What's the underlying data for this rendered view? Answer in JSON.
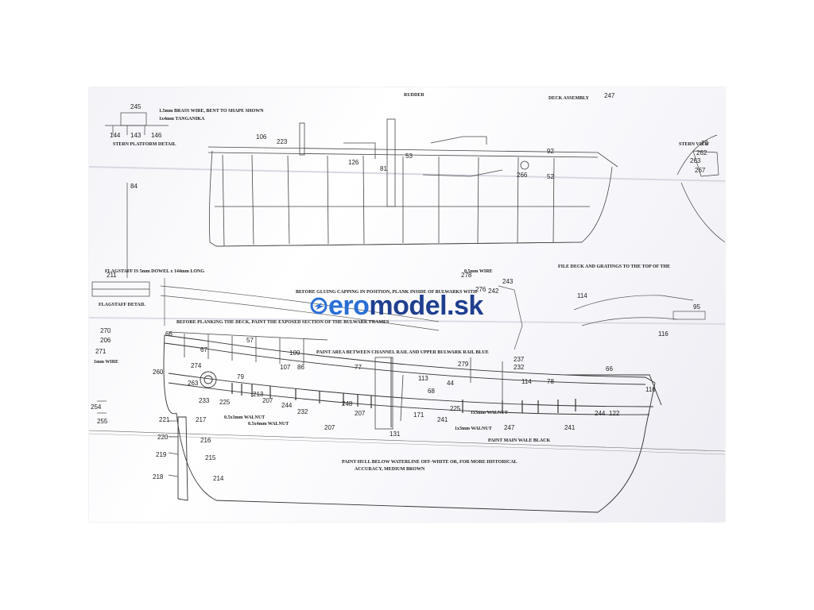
{
  "watermark": {
    "part1": "ero",
    "part2": "model.sk",
    "brand_color": "#2a6fd6",
    "brand_dark": "#1f3f8f"
  },
  "notes": {
    "brass_wire": "1.5mm BRASS WIRE, BENT TO SHAPE SHOWN",
    "tanganika": "1x4mm TANGANIKA",
    "stern_platform": "STERN PLATFORM DETAIL",
    "flagstaff": "FLAGSTAFF IS 5mm DOWEL x 144mm LONG",
    "wire_1mm": "1mm WIRE",
    "flagstaff_detail": "FLAGSTAFF DETAIL",
    "gluing": "BEFORE GLUING CAPPING IN POSITION, PLANK INSIDE OF BULWARKS WITH",
    "planking": "BEFORE PLANKING THE DECK, PAINT THE EXPOSED SECTION OF THE BULWARK FRAMES",
    "paint_area": "PAINT AREA BETWEEN CHANNEL RAIL AND UPPER BULWARK RAIL BLUE",
    "walnut_a": "0.5x3mm WALNUT",
    "walnut_b": "0.5x4mm WALNUT",
    "walnut_c": "1x3mm WALNUT",
    "walnut_d": "1x3mm WALNUT",
    "main_wale": "PAINT MAIN WALE BLACK",
    "hull_below_1": "PAINT HULL BELOW WATERLINE OFF-WHITE OR, FOR MORE HISTORICAL",
    "hull_below_2": "ACCURACY, MEDIUM BROWN",
    "stern_view": "STERN VIEW",
    "mm_wire": "0.5mm WIRE",
    "file_note": "FILE DECK AND GRATINGS TO THE TOP OF THE",
    "deck_assembly": "DECK ASSEMBLY",
    "rudder": "RUDDER"
  },
  "part_numbers": {
    "n245": "245",
    "n144": "144",
    "n143": "143",
    "n146": "146",
    "n106": "106",
    "n223": "223",
    "n126": "126",
    "n81": "81",
    "n53": "53",
    "n92": "92",
    "n266": "266",
    "n52": "52",
    "n247a": "247",
    "n263": "263",
    "n23": "23",
    "n262": "262",
    "n267": "267",
    "n84": "84",
    "n211": "211",
    "n278": "278",
    "n276": "276",
    "n242": "242",
    "n243": "243",
    "n114a": "114",
    "n95": "95",
    "n116a": "116",
    "n270": "270",
    "n206": "206",
    "n271": "271",
    "n66a": "66",
    "n67": "67",
    "n57": "57",
    "n109": "109",
    "n107": "107",
    "n86": "86",
    "n260": "260",
    "n274": "274",
    "n263b": "263",
    "n79": "79",
    "n77": "77",
    "n233": "233",
    "n225a": "225",
    "n213": "213",
    "n207a": "207",
    "n244a": "244",
    "n232": "232",
    "n248": "248",
    "n207b": "207",
    "n113": "113",
    "n44": "44",
    "n68": "68",
    "n225b": "225",
    "n279": "279",
    "n237": "237",
    "n232b": "232",
    "n114b": "114",
    "n78": "78",
    "n66b": "66",
    "n116b": "116",
    "n122": "122",
    "n244b": "244",
    "n221": "221",
    "n217": "217",
    "n220": "220",
    "n216": "216",
    "n219": "219",
    "n215": "215",
    "n218": "218",
    "n214": "214",
    "n131": "131",
    "n207c": "207",
    "n241a": "241",
    "n247b": "247",
    "n241b": "241",
    "n254": "254",
    "n255": "255",
    "n171": "171"
  }
}
